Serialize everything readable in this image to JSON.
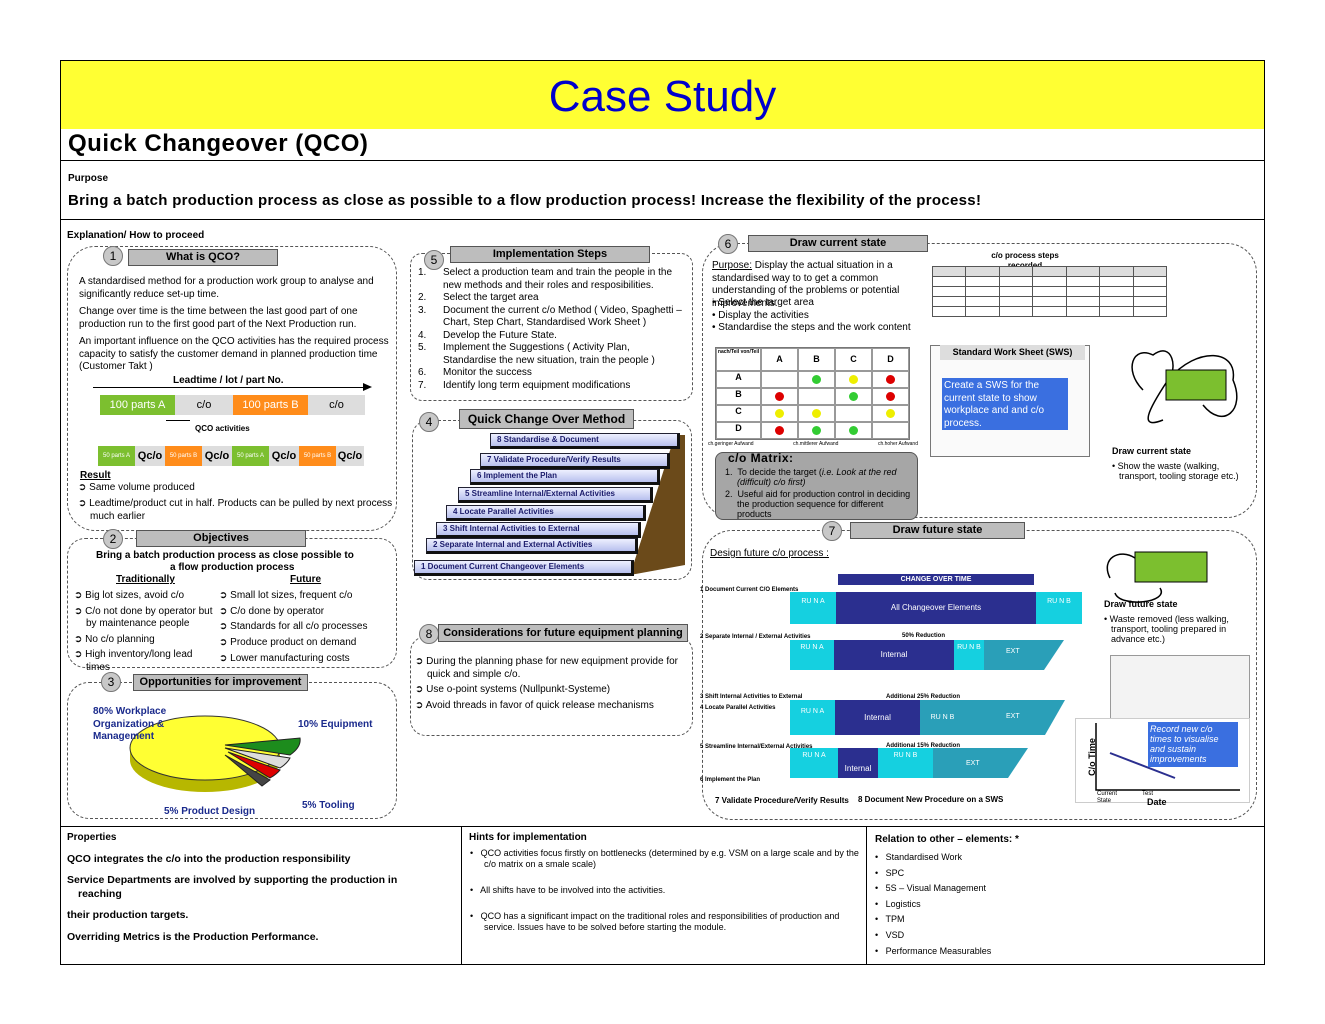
{
  "header": {
    "title": "Case Study",
    "subtitle": "Quick Changeover (QCO)",
    "purpose_label": "Purpose",
    "purpose_text": "Bring a batch production process as close as possible to a flow production process!   Increase the flexibility of the process!",
    "explain_label": "Explanation/ How to proceed"
  },
  "s1": {
    "num": "1",
    "title": "What is QCO?",
    "p1": "A standardised method for a production work group to analyse and significantly reduce set-up time.",
    "p2": "Change over time is the time between the last good part of one production run to the first good part of the Next Production run.",
    "p3": "An important influence on the QCO activities has the required process capacity to satisfy the customer demand in planned production time (Customer Takt )",
    "leadtime": "Leadtime / lot / part No.",
    "bar1": [
      "100 parts A",
      "c/o",
      "100 parts B",
      "c/o"
    ],
    "qco_label": "QCO activities",
    "bar2": [
      "50 parts A",
      "Qc/o",
      "50 parts B",
      "Qc/o",
      "50 parts A",
      "Qc/o",
      "50 parts B",
      "Qc/o"
    ],
    "result": "Result",
    "r1": "Same volume produced",
    "r2": "Leadtime/product cut in half. Products can be pulled by next process much earlier"
  },
  "s2": {
    "num": "2",
    "title": "Objectives",
    "l1": "Bring a batch production process as close possible to",
    "l2": "a flow production process",
    "trad": "Traditionally",
    "future": "Future",
    "left": [
      "Big lot sizes, avoid c/o",
      "C/o not done by operator but by maintenance people",
      "No c/o planning",
      "High inventory/long lead times"
    ],
    "right": [
      "Small lot sizes, frequent c/o",
      "C/o done by operator",
      "Standards for all c/o processes",
      "Produce product on demand",
      "Lower manufacturing costs"
    ]
  },
  "s3": {
    "num": "3",
    "title": "Opportunities for improvement",
    "a": "80% Workplace Organization & Management",
    "b": "10% Equipment",
    "c": "5% Product Design",
    "d": "5% Tooling"
  },
  "s5": {
    "num": "5",
    "title": "Implementation Steps",
    "items": [
      "Select a production team and train the people in the new methods and their roles and resposibilities.",
      "Select the target area",
      "Document the current c/o Method ( Video, Spaghetti – Chart, Step Chart, Standardised Work Sheet )",
      "Develop the Future State.",
      "Implement the Suggestions ( Activity Plan, Standardise the new situation, train the people  )",
      "Monitor the success",
      "Identify long term equipment modifications"
    ],
    "nums": [
      "1.",
      "2.",
      "3.",
      "4.",
      "5.",
      "6.",
      "7."
    ]
  },
  "s4": {
    "num": "4",
    "title": "Quick Change Over Method",
    "steps": [
      "8  Standardise & Document",
      "7  Validate Procedure/Verify Results",
      "6  Implement the Plan",
      "5  Streamline Internal/External Activities",
      "4  Locate Parallel Activities",
      "3  Shift Internal Activities to External",
      "2  Separate Internal and External Activities",
      "1  Document Current Changeover Elements"
    ]
  },
  "s8": {
    "num": "8",
    "title": "Considerations for future equipment planning",
    "items": [
      "During the planning phase for new equipment provide for quick and simple c/o.",
      "Use o-point systems (Nullpunkt-Systeme)",
      "Avoid threads in favor of quick release mechanisms"
    ]
  },
  "s6": {
    "num": "6",
    "title": "Draw current state",
    "purpose_u": "Purpose:",
    "purpose": " Display the actual situation in a standardised way to to get a common understanding of the problems or potential improvements.",
    "b": [
      "Select the target area",
      "Display the activities",
      "Standardise the steps and the work content"
    ],
    "steps_title": "c/o process steps recorded",
    "sws_title": "Standard Work Sheet (SWS)",
    "sws_note": "Create a SWS for the current state to show workplace and and c/o process.",
    "matrix_title": "c/o Matrix:",
    "m1": "To decide the target (",
    "m1i": "i.e. Look at the red (difficult) c/o first)",
    "m2": "Useful aid for production control in deciding the production sequence for different products",
    "dcs": "Draw current state",
    "dcs_b": "Show the waste (walking, transport, tooling storage etc.)",
    "mx_cols": [
      "A",
      "B",
      "C",
      "D"
    ],
    "mx_corner": "nach/Teil von/Teil",
    "legend": [
      "ch.geringer Aufwand",
      "ch.mittlerer Aufwand",
      "ch.hoher Aufwand"
    ]
  },
  "s7": {
    "num": "7",
    "title": "Draw future state",
    "design": "Design future c/o process :",
    "chg": "CHANGE OVER TIME",
    "r1": "1  Document Current C/O Elements",
    "all": "All Changeover Elements",
    "r2": "2  Separate Internal / External Activities",
    "red50": "50% Reduction",
    "r3": "3  Shift Internal Activities to External",
    "red25": "Additional 25% Reduction",
    "r4": "4  Locate Parallel Activities",
    "r5": "5 Streamline Internal/External Activities",
    "red15": "Additional 15% Reduction",
    "r6": "6 Implement the Plan",
    "r7": "7   Validate Procedure/Verify Results",
    "r8": "8  Document New Procedure on a SWS",
    "internal": "Internal",
    "ext": "EXT",
    "runa": "RU N A",
    "runb": "RU N B",
    "dfs": "Draw future state",
    "dfs_b": "Waste removed (less walking, transport, tooling prepared in advance etc.)",
    "record": "Record new c/o times to visualise and sustain improvements",
    "co_time": "C/o Time",
    "current": "Current State",
    "test": "Test",
    "date": "Date"
  },
  "props": {
    "title": "Properties",
    "p1": "QCO integrates the c/o into the production responsibility",
    "p2a": "Service Departments are involved by supporting the production in",
    "p2b": "reaching",
    "p3": "their production targets.",
    "p4": "Overriding Metrics is the Production Performance."
  },
  "hints": {
    "title": "Hints for implementation",
    "items": [
      "QCO activities focus firstly on bottlenecks (determined by e.g. VSM on a large scale and by the c/o matrix on a smale scale)",
      "All shifts have to be involved into the activities.",
      "QCO has a significant impact on the traditional roles and responsibilities of production and service. Issues have to be solved before starting the module."
    ]
  },
  "relation": {
    "title": "Relation to other – elements: *",
    "items": [
      "Standardised Work",
      "SPC",
      "5S – Visual Management",
      "Logistics",
      "TPM",
      "VSD",
      "Performance Measurables"
    ]
  },
  "colors": {
    "banner": "#ffff33",
    "title": "#0000cc",
    "green": "#7cbf2f",
    "orange": "#ff8c1a",
    "navy": "#2b2f8f",
    "cyan": "#15d0e0",
    "teal": "#2a9fb8",
    "sws_note": "#3a6fe0"
  }
}
